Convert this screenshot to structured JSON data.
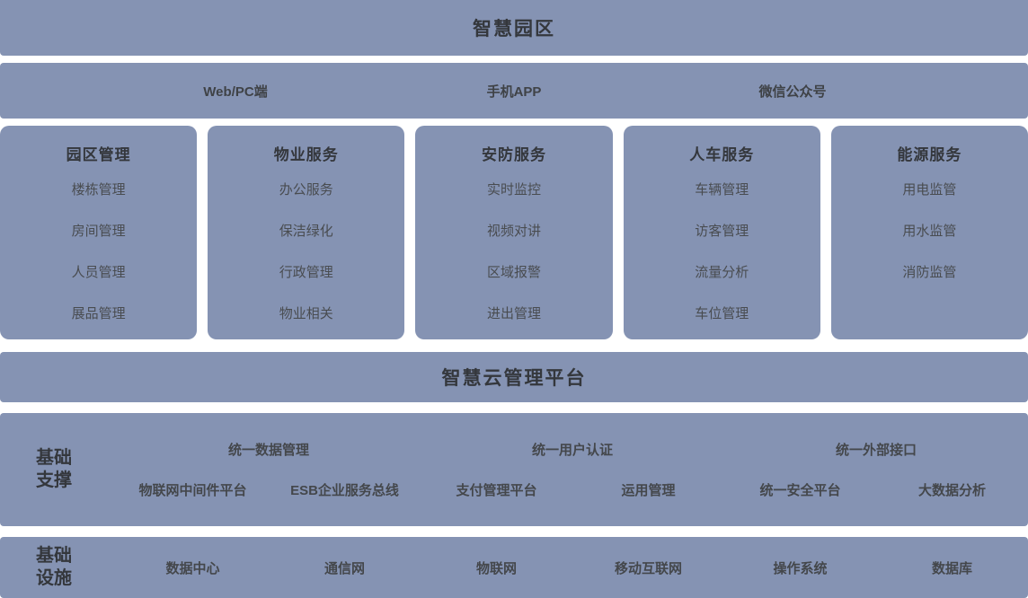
{
  "colors": {
    "section_bg": "#8593b3",
    "divider": "#ffffff",
    "title_text": "#34373c",
    "item_text": "#494c50"
  },
  "top_banner": {
    "title": "智慧园区"
  },
  "access_banner": {
    "channels": [
      {
        "label": "Web/PC端"
      },
      {
        "label": "手机APP"
      },
      {
        "label": "微信公众号"
      }
    ]
  },
  "service_columns": [
    {
      "title": "园区管理",
      "items": [
        "楼栋管理",
        "房间管理",
        "人员管理",
        "展品管理"
      ]
    },
    {
      "title": "物业服务",
      "items": [
        "办公服务",
        "保洁绿化",
        "行政管理",
        "物业相关"
      ]
    },
    {
      "title": "安防服务",
      "items": [
        "实时监控",
        "视频对讲",
        "区域报警",
        "进出管理"
      ]
    },
    {
      "title": "人车服务",
      "items": [
        "车辆管理",
        "访客管理",
        "流量分析",
        "车位管理"
      ]
    },
    {
      "title": "能源服务",
      "items": [
        "用电监管",
        "用水监管",
        "消防监管"
      ]
    }
  ],
  "cloud_banner": {
    "title": "智慧云管理平台"
  },
  "support_layer": {
    "label": "基础支撑",
    "row1": [
      "统一数据管理",
      "统一用户认证",
      "统一外部接口"
    ],
    "row2": [
      "物联网中间件平台",
      "ESB企业服务总线",
      "支付管理平台",
      "运用管理",
      "统一安全平台",
      "大数据分析"
    ]
  },
  "infra_layer": {
    "label": "基础设施",
    "items": [
      "数据中心",
      "通信网",
      "物联网",
      "移动互联网",
      "操作系统",
      "数据库"
    ]
  }
}
